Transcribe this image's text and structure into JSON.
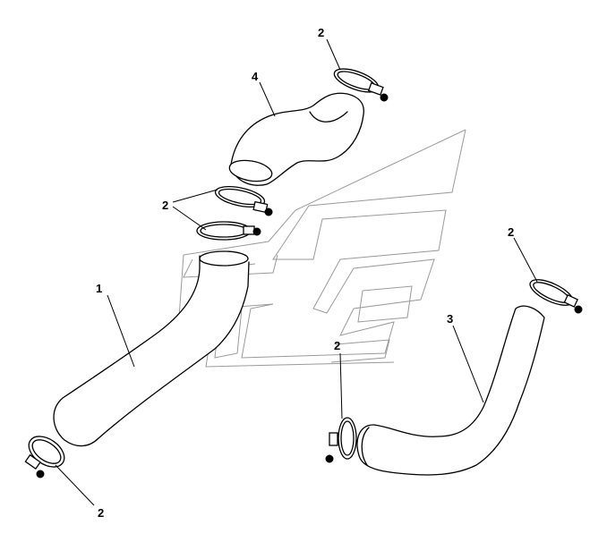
{
  "callouts": {
    "part_1": "1",
    "part_2_top": "2",
    "part_2_left": "2",
    "part_2_right": "2",
    "part_2_middle": "2",
    "part_2_bottom": "2",
    "part_3": "3",
    "part_4": "4"
  },
  "colors": {
    "line": "#000000",
    "watermark": "#9a9a9a",
    "background": "#ffffff"
  }
}
